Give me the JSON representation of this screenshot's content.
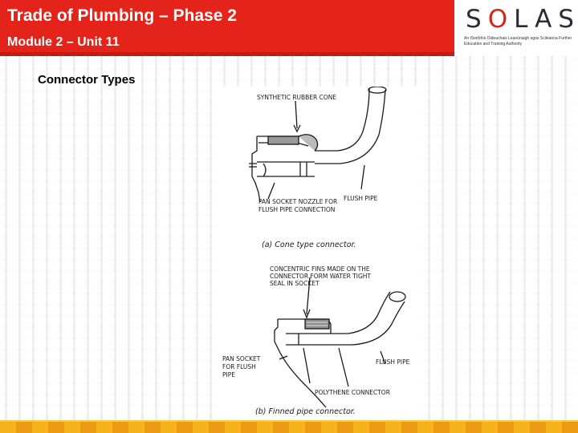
{
  "header": {
    "title": "Trade of Plumbing – Phase 2",
    "subtitle": "Module 2 – Unit 11",
    "accent_color": "#e4241b"
  },
  "logo": {
    "name": "SOLAS",
    "letters": [
      "S",
      "O",
      "L",
      "A",
      "S"
    ],
    "tagline": "An tSeirbhís Oideachais Leanúnaigh agus Scileanna Further Education and Training Authority"
  },
  "section": {
    "heading": "Connector Types"
  },
  "figure": {
    "top": {
      "label_cone": "SYNTHETIC RUBBER CONE",
      "label_flush_pipe": "FLUSH PIPE",
      "label_socket_line1": "PAN SOCKET NOZZLE FOR",
      "label_socket_line2": "FLUSH PIPE CONNECTION",
      "caption": "(a)  Cone type connector."
    },
    "bottom": {
      "label_fins_line1": "CONCENTRIC FINS MADE ON THE",
      "label_fins_line2": "CONNECTOR FORM WATER TIGHT",
      "label_fins_line3": "SEAL  IN SOCKET",
      "label_socket_line1": "PAN SOCKET",
      "label_socket_line2": "FOR FLUSH",
      "label_socket_line3": "PIPE",
      "label_flush_pipe": "FLUSH PIPE",
      "label_connector": "POLYTHENE CONNECTOR",
      "caption": "(b)  Finned pipe connector."
    }
  },
  "colors": {
    "bottom_bar": "#f6b21b"
  }
}
